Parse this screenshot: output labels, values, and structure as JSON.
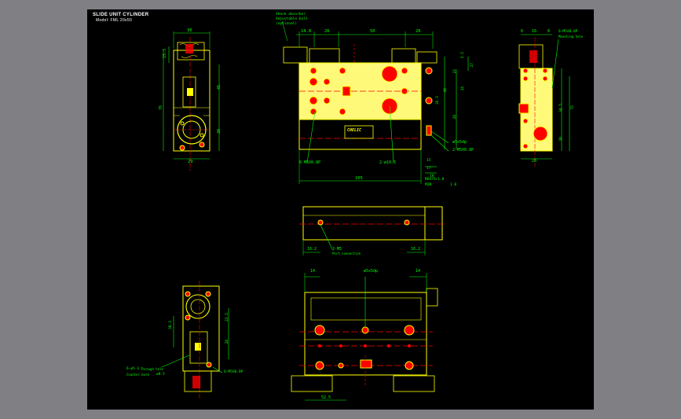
{
  "title": {
    "line1": "SLIDE UNIT CYLINDER",
    "line2": "Model: FML 20x50"
  },
  "notes": {
    "shock_absorber": "Shock absorber",
    "adjustable_bolt": "Adjustable bolt",
    "optional": "(optional)",
    "mounting_hole": "Mounting hole",
    "port_connection": "Port connection",
    "counterbore": "Counter bore",
    "throughhole": "Through hole"
  },
  "side_view_left": {
    "dims": [
      "30",
      "15.3",
      "76",
      "45",
      "30",
      "29"
    ]
  },
  "front_view": {
    "top_dims": [
      "14.8",
      "26",
      "50",
      "26"
    ],
    "right_dims": [
      "5.5",
      "27",
      "22",
      "40",
      "14",
      "26.5",
      "28",
      "15",
      "17",
      "19"
    ],
    "bottom_dims": [
      "105",
      "MAX75+1.8",
      "MIN",
      "1.8"
    ],
    "callouts": [
      "6-M5X0.8P",
      "2-M5X0.8P",
      "2-ø10.5",
      "ø5x5dp"
    ],
    "label_badge": "CHELIC"
  },
  "side_view_right": {
    "dims": [
      "6",
      "16",
      "8",
      "34.5",
      "75",
      "10",
      "28"
    ],
    "callout": "6-M5X0.8P"
  },
  "bottom_view_top": {
    "dims": [
      "16.2",
      "16.2"
    ],
    "callout": "2-M5"
  },
  "bottom_view_main": {
    "dims": [
      "14",
      "14",
      "52.5"
    ],
    "callout": "ø5x5dp"
  },
  "side_view_bottom_left": {
    "dims": [
      "38.3",
      "22.5",
      "28"
    ],
    "callouts": [
      "6-ø5.1",
      "ø8.5",
      "6-M5X0.8P"
    ]
  },
  "colors": {
    "background": "#000000",
    "frame": "#7f7f84",
    "yellow": "#ffff00",
    "green": "#00ff00",
    "red": "#ff0000",
    "white": "#ffffff",
    "body_fill": "#fff97a"
  }
}
